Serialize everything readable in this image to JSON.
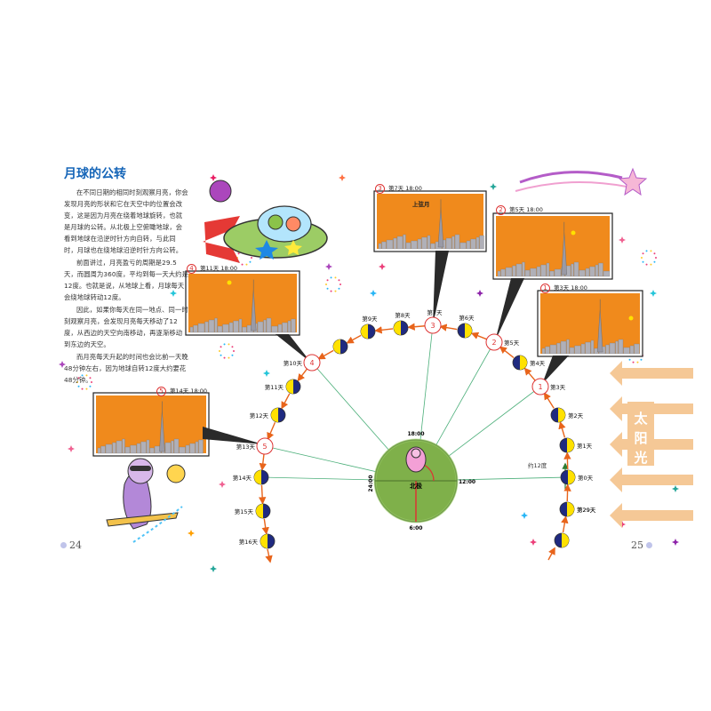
{
  "title": "月球的公转",
  "paragraphs": [
    "在不同日期的相同时刻观察月亮，你会发现月亮的形状和它在天空中的位置会改变，这是因为月亮在绕着地球旋转，也就是月球的公转。从北极上空俯瞰地球，会看到地球在沿逆时针方向自转，与此同时，月球也在绕地球沿逆时针方向公转。",
    "前面讲过，月亮盈亏的周期是29.5天，而圆周为360度，平均到每一天大约是12度。也就是说，从地球上看，月球每天会绕地球转动12度。",
    "因此，如果你每天在同一地点、同一时刻观察月亮，会发现月亮每天移动了12度，从西边的天空向南移动，再逐渐移动到东边的天空。",
    "而月亮每天升起的时间也会比前一天晚48分钟左右，因为地球自转12度大约要花48分钟。"
  ],
  "pages": {
    "left": "24",
    "right": "25"
  },
  "sunlight": "太阳光",
  "earth": {
    "label": "北极",
    "times": {
      "top": "18:00",
      "right": "12:00",
      "bottom": "6:00",
      "left": "24:00"
    }
  },
  "angle_label": "约12度",
  "scenes": [
    {
      "num": "1",
      "text": "第3天  18:00"
    },
    {
      "num": "2",
      "text": "第5天  18:00"
    },
    {
      "num": "3",
      "text": "第7天  18:00",
      "caption": "上弦月"
    },
    {
      "num": "4",
      "text": "第11天  18:00"
    },
    {
      "num": "5",
      "text": "第14天  18:00"
    }
  ],
  "days": [
    "第29天",
    "第0天",
    "第1天",
    "第2天",
    "第3天",
    "第4天",
    "第5天",
    "第6天",
    "第7天",
    "第8天",
    "第9天",
    "第10天",
    "第11天",
    "第12天",
    "第13天",
    "第14天",
    "第15天",
    "第16天"
  ],
  "colors": {
    "title": "#1565b8",
    "sky": "#f08a1c",
    "arrow": "#f5c896",
    "moon_dark": "#1f2a80",
    "moon_light": "#ffe100",
    "path": "#e8641b",
    "earth": "#7fb04a"
  }
}
